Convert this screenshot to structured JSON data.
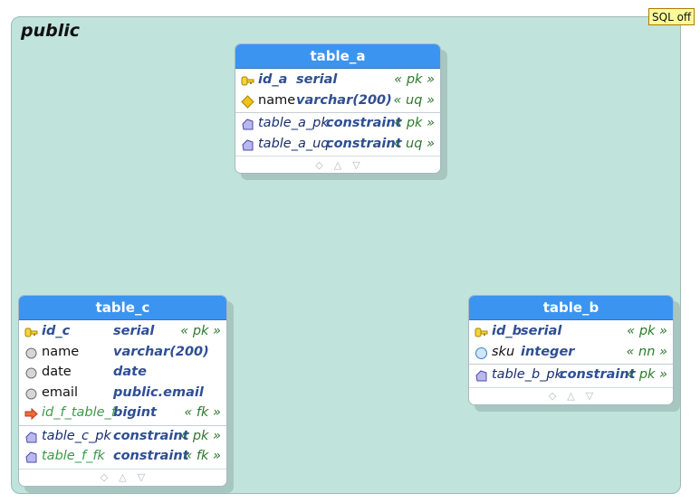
{
  "schema": {
    "name": "public",
    "sql_badge": "SQL off"
  },
  "tables": {
    "table_a": {
      "title": "table_a",
      "rows": [
        {
          "icon": "primary-key-icon",
          "name": "id_a",
          "type": "serial",
          "constraint": "« pk »"
        },
        {
          "icon": "unique-key-icon",
          "name": "name",
          "type": "varchar(200)",
          "constraint": "« uq »"
        },
        {
          "icon": "constraint-icon",
          "name": "table_a_pk",
          "type": "constraint",
          "constraint": "« pk »"
        },
        {
          "icon": "constraint-icon",
          "name": "table_a_uq",
          "type": "constraint",
          "constraint": "« uq »"
        }
      ]
    },
    "table_b": {
      "title": "table_b",
      "rows": [
        {
          "icon": "primary-key-icon",
          "name": "id_b",
          "type": "serial",
          "constraint": "« pk »"
        },
        {
          "icon": "not-null-icon",
          "name": "sku",
          "type": "integer",
          "constraint": "« nn »"
        },
        {
          "icon": "constraint-icon",
          "name": "table_b_pk",
          "type": "constraint",
          "constraint": "« pk »"
        }
      ]
    },
    "table_c": {
      "title": "table_c",
      "rows": [
        {
          "icon": "primary-key-icon",
          "name": "id_c",
          "type": "serial",
          "constraint": "« pk »"
        },
        {
          "icon": "column-icon",
          "name": "name",
          "type": "varchar(200)",
          "constraint": ""
        },
        {
          "icon": "column-icon",
          "name": "date",
          "type": "date",
          "constraint": ""
        },
        {
          "icon": "column-icon",
          "name": "email",
          "type": "public.email",
          "constraint": ""
        },
        {
          "icon": "foreign-key-icon",
          "name": "id_f_table_f",
          "type": "bigint",
          "constraint": "« fk »"
        },
        {
          "icon": "constraint-icon",
          "name": "table_c_pk",
          "type": "constraint",
          "constraint": "« pk »"
        },
        {
          "icon": "constraint-icon",
          "name": "table_f_fk",
          "type": "constraint",
          "constraint": "« fk »"
        }
      ]
    }
  },
  "expander_glyphs": {
    "diamond": "◇",
    "up": "△",
    "down": "▽"
  },
  "colors": {
    "header": "#3b94f0",
    "schema_bg": "#c0e3dc",
    "type_text": "#2f4f93",
    "constraint_text": "#2e7a2e"
  }
}
